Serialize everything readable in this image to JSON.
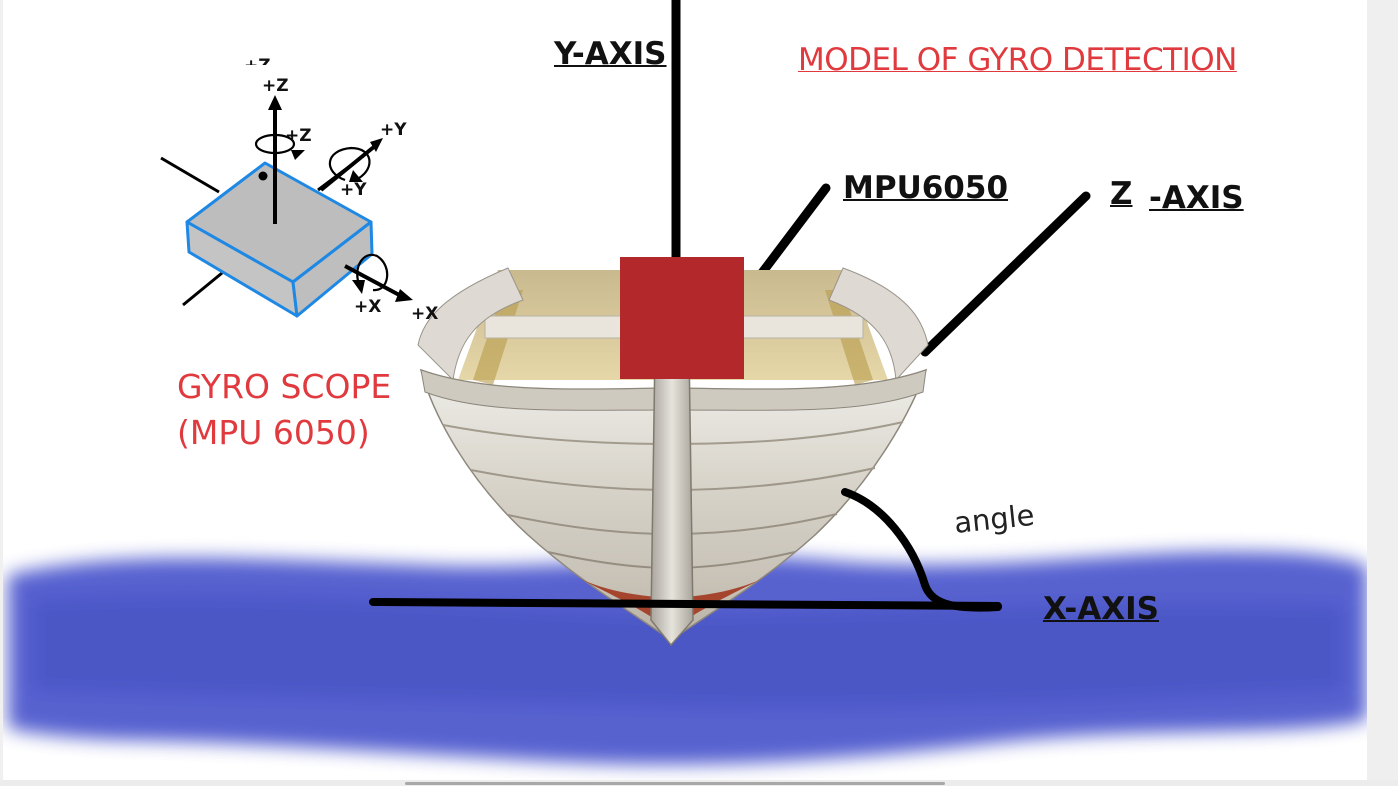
{
  "title": "MODEL OF GYRO DETECTION",
  "axes": {
    "y_label": "Y-AXIS",
    "z_label_part1": "Z",
    "z_label_part2": "-AXIS",
    "x_label": "X-AXIS"
  },
  "sensor_label": "MPU6050",
  "angle_label": "angle",
  "gyroscope": {
    "label_line1": "GYRO SCOPE",
    "label_line2": "(MPU 6050)",
    "axis_labels": {
      "z_top_partial": "+Z",
      "z_top": "+Z",
      "z_rot": "+Z",
      "y_out": "+Y",
      "y_rot": "+Y",
      "x_rot": "+X",
      "x_out": "+X"
    }
  },
  "colors": {
    "title_red": "#e03a3e",
    "sensor_red": "#b3292b",
    "chip_blue": "#1e88e5",
    "chip_gray": "#bdbdbd",
    "water_blue": "#4a55cc"
  }
}
